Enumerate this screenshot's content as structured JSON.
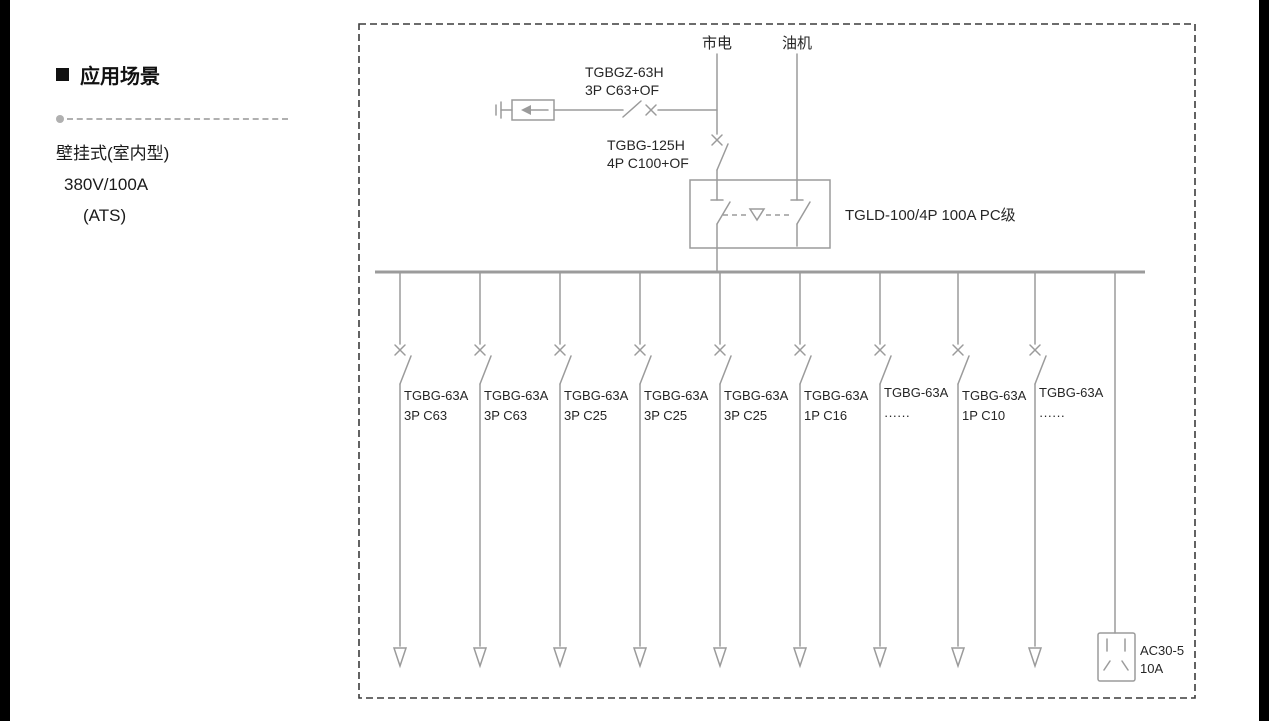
{
  "left_panel": {
    "heading": "应用场景",
    "lines": {
      "mount": "壁挂式(室内型)",
      "rating": "380V/100A",
      "type": "(ATS)"
    }
  },
  "diagram": {
    "sources": {
      "mains": "市电",
      "generator": "油机"
    },
    "spd_breaker": {
      "model": "TGBGZ-63H",
      "spec": "3P C63+OF"
    },
    "main_breaker": {
      "model": "TGBG-125H",
      "spec": "4P C100+OF"
    },
    "ats": {
      "label": "TGLD-100/4P 100A PC级"
    },
    "feeders": [
      {
        "model": "TGBG-63A",
        "spec": "3P C63"
      },
      {
        "model": "TGBG-63A",
        "spec": "3P C63"
      },
      {
        "model": "TGBG-63A",
        "spec": "3P C25"
      },
      {
        "model": "TGBG-63A",
        "spec": "3P C25"
      },
      {
        "model": "TGBG-63A",
        "spec": "3P C25"
      },
      {
        "model": "TGBG-63A",
        "spec": "1P C16"
      },
      {
        "model": "TGBG-63A",
        "spec": "······"
      },
      {
        "model": "TGBG-63A",
        "spec": "1P C10"
      },
      {
        "model": "TGBG-63A",
        "spec": "······"
      }
    ],
    "socket": {
      "model": "AC30-5",
      "rating": "10A"
    }
  },
  "colors": {
    "line": "#9b9b9b",
    "text": "#1a1a1a",
    "border": "#3c3c3c",
    "divider": "#b0b0b0"
  }
}
